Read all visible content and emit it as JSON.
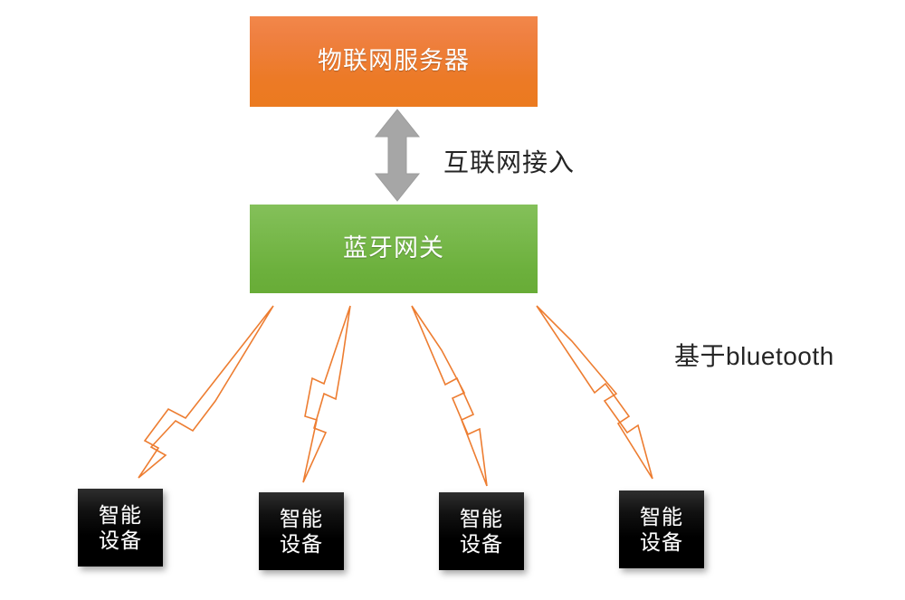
{
  "diagram": {
    "title_nodes": {
      "server": "物联网服务器",
      "gateway": "蓝牙网关"
    },
    "connections": {
      "uplink_label": "互联网接入",
      "downlink_label": "基于bluetooth"
    },
    "devices": [
      {
        "line1": "智能",
        "line2": "设备"
      },
      {
        "line1": "智能",
        "line2": "设备"
      },
      {
        "line1": "智能",
        "line2": "设备"
      },
      {
        "line1": "智能",
        "line2": "设备"
      }
    ],
    "colors": {
      "server_orange_top": "#F2874A",
      "server_orange_bottom": "#EB7A1F",
      "gateway_green_top": "#84C05A",
      "gateway_green_bottom": "#68AC37",
      "device_black": "#000000",
      "arrow_gray": "#A6A6A6",
      "arrow_gray_stroke": "#8C8C8C",
      "bolt_orange": "#ED7D31",
      "text_white": "#FFFFFF",
      "text_dark": "#252525",
      "background": "#FFFFFF"
    },
    "icons": {
      "uplink": "double-headed-vertical-arrow",
      "downlink": "lightning-bolt"
    }
  }
}
